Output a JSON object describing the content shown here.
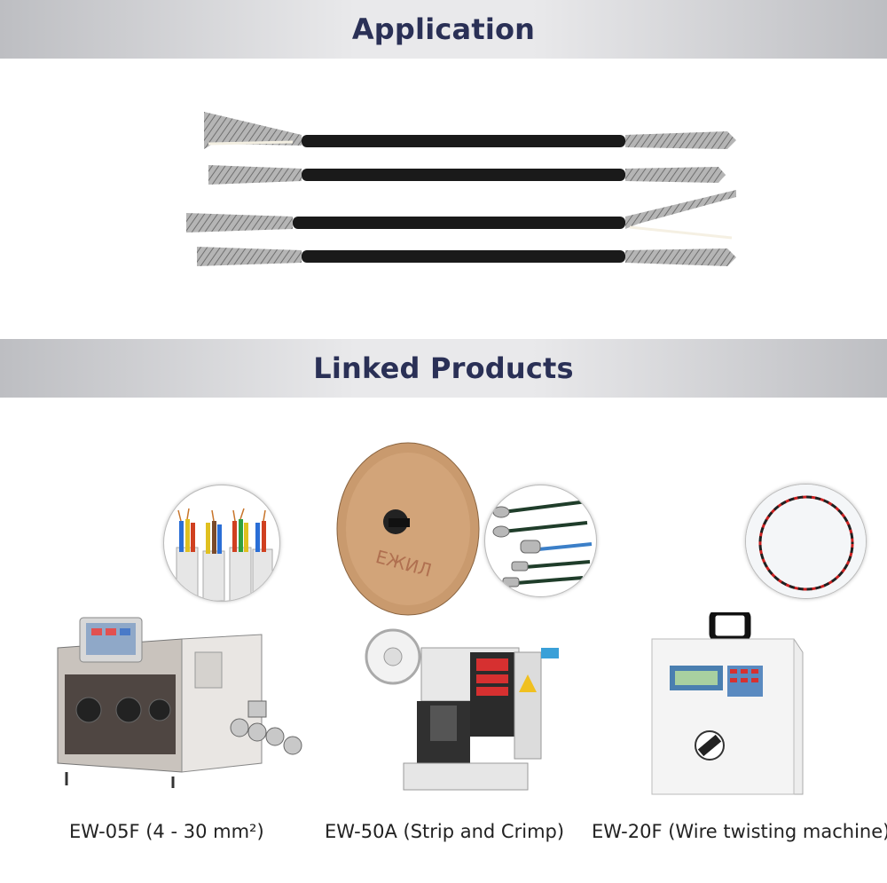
{
  "sections": {
    "application_title": "Application",
    "linked_title": "Linked Products"
  },
  "products": [
    {
      "caption": "EW-05F (4 - 30 mm²)"
    },
    {
      "caption": "EW-50A (Strip and Crimp)"
    },
    {
      "caption": "EW-20F (Wire twisting machine)"
    }
  ],
  "colors": {
    "title_text": "#2a3056",
    "bar_gray": "#c4c5c9",
    "cable_jacket": "#1a1a1a",
    "shield_braid": "#9a9a9a"
  },
  "icons": {
    "reel": "spool-reel",
    "product1_inset": "multicore-cable-inset",
    "product2_inset": "crimped-terminals-inset",
    "product3_inset": "twisted-wire-loop-inset"
  }
}
